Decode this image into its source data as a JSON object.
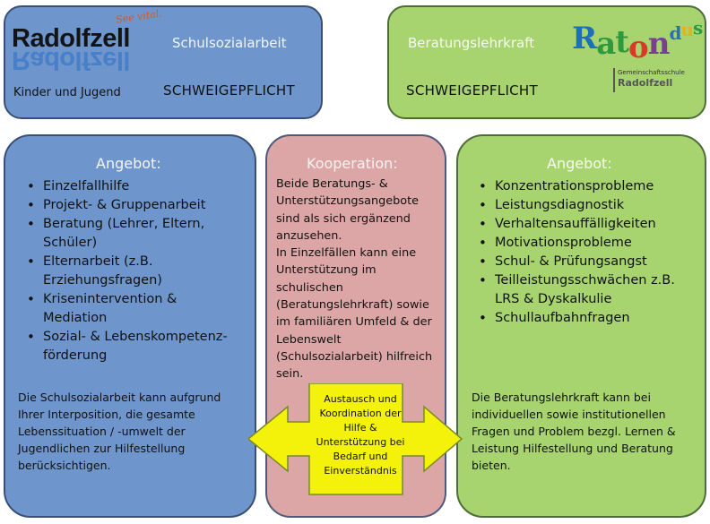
{
  "left_header": {
    "logo_name": "Radolfzell",
    "logo_tagline": "See vital.",
    "subtitle": "Kinder und Jugend",
    "title": "Schulsozialarbeit",
    "confidentiality": "SCHWEIGEPFLICHT"
  },
  "right_header": {
    "title": "Beratungslehrkraft",
    "confidentiality": "SCHWEIGEPFLICHT",
    "logo_letters": [
      "R",
      "a",
      "t",
      "o",
      "n",
      "d",
      "u",
      "s"
    ],
    "logo_colors": [
      "#1d6fb8",
      "#2e9a3f",
      "#2e9a3f",
      "#d83a2a",
      "#7a3f94",
      "#2b6fb5",
      "#e2b21f",
      "#2e9a3f"
    ],
    "school_type": "Gemeinschaftsschule",
    "school_city": "Radolfzell"
  },
  "left_column": {
    "heading": "Angebot:",
    "items": [
      [
        "Einzelfallhilfe"
      ],
      [
        "Projekt- & Gruppenarbeit"
      ],
      [
        "Beratung (Lehrer, Eltern,",
        "Schüler)"
      ],
      [
        "Elternarbeit (z.B.",
        "Erziehungsfragen)"
      ],
      [
        "Krisenintervention &",
        "Mediation"
      ],
      [
        "Sozial- & Lebenskompetenz-",
        "förderung"
      ]
    ],
    "description": [
      "Die Schulsozialarbeit kann aufgrund",
      "Ihrer Interposition, die gesamte",
      "Lebenssituation / -umwelt der",
      "Jugendlichen zur Hilfestellung",
      "berücksichtigen."
    ]
  },
  "center_column": {
    "heading": "Kooperation:",
    "text": [
      "Beide Beratungs- &",
      "Unterstützungsangebote",
      "sind als sich ergänzend",
      "anzusehen.",
      "In Einzelfällen kann eine",
      "Unterstützung im",
      "schulischen",
      "(Beratungslehrkraft) sowie",
      "im familiären Umfeld & der",
      "Lebenswelt",
      "(Schulsozialarbeit) hilfreich",
      "sein."
    ],
    "arrow_text": [
      "Austausch und",
      "Koordination der",
      "Hilfe &",
      "Unterstützung bei",
      "Bedarf und",
      "Einverständnis"
    ]
  },
  "right_column": {
    "heading": "Angebot:",
    "items": [
      [
        "Konzentrationsprobleme"
      ],
      [
        "Leistungsdiagnostik"
      ],
      [
        "Verhaltensauffälligkeiten"
      ],
      [
        "Motivationsprobleme"
      ],
      [
        "Schul- & Prüfungsangst"
      ],
      [
        "Teilleistungsschwächen z.B.",
        "LRS & Dyskalkulie"
      ],
      [
        "Schullaufbahnfragen"
      ]
    ],
    "description": [
      "Die Beratungslehrkraft kann bei",
      "individuellen sowie institutionellen",
      "Fragen und Problem bezgl. Lernen &",
      "Leistung Hilfestellung und Beratung",
      "bieten."
    ]
  },
  "colors": {
    "blue_box": "#6f96cc",
    "green_box": "#a7d46f",
    "pink_box": "#dda6a6",
    "arrow_fill": "#f4f20a"
  }
}
